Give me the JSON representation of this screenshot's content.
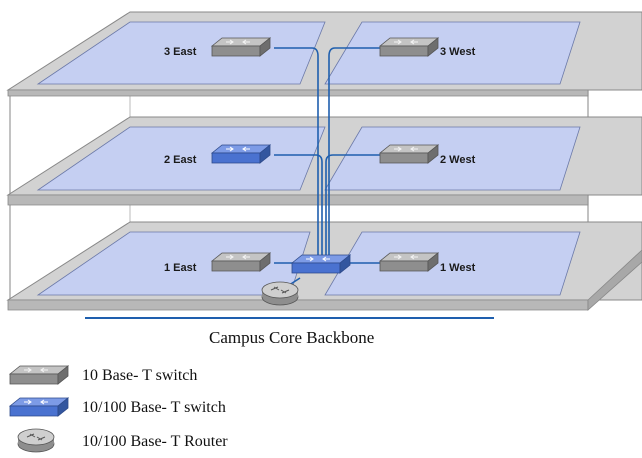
{
  "floors": {
    "top": {
      "east": "3 East",
      "west": "3 West"
    },
    "middle": {
      "east": "2 East",
      "west": "2 West"
    },
    "bottom": {
      "east": "1 East",
      "west": "1 West"
    }
  },
  "backbone": {
    "label": "Campus Core Backbone"
  },
  "legend": [
    {
      "icon": "gray-switch-icon",
      "label": "10 Base- T switch"
    },
    {
      "icon": "blue-switch-icon",
      "label": "10/100 Base- T switch"
    },
    {
      "icon": "router-icon",
      "label": "10/100 Base- T Router"
    }
  ],
  "colors": {
    "cable": "#1f5fae",
    "floor_fill": "#c5cff2",
    "switch_gray": "#9a9a9a",
    "switch_blue": "#4a72d0",
    "slab": "#c9c9c9"
  }
}
